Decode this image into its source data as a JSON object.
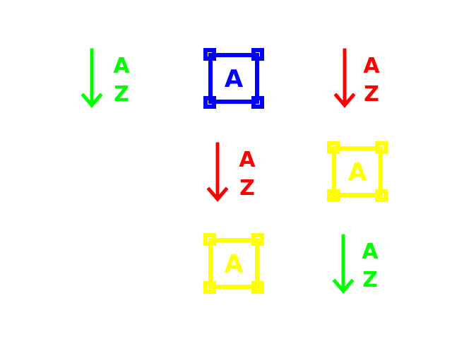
{
  "colors": {
    "green": "#00ff00",
    "blue": "#0000ff",
    "red": "#ff0000",
    "yellow": "#ffff00"
  },
  "icons": [
    {
      "kind": "sort-az-icon",
      "color": "#00ff00",
      "top": "A",
      "bottom": "Z"
    },
    {
      "kind": "text-frame-icon",
      "color": "#0000ff",
      "letter": "A"
    },
    {
      "kind": "sort-az-icon",
      "color": "#ff0000",
      "top": "A",
      "bottom": "Z"
    },
    {
      "kind": "sort-az-icon",
      "color": "#ff0000",
      "top": "A",
      "bottom": "Z"
    },
    {
      "kind": "text-frame-icon",
      "color": "#ffff00",
      "letter": "A"
    },
    {
      "kind": "text-frame-icon",
      "color": "#ffff00",
      "letter": "A"
    },
    {
      "kind": "sort-az-icon",
      "color": "#00ff00",
      "top": "A",
      "bottom": "Z"
    }
  ]
}
